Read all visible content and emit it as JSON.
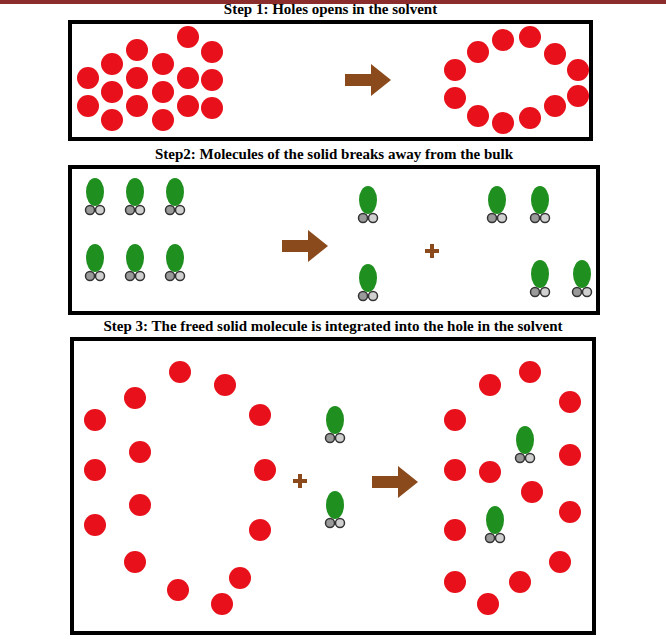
{
  "diagram": {
    "nodes": [
      {
        "text": [
          "Step 1: Holes opens in the solvent"
        ]
      },
      {
        "text": [
          "Step2: Molecules of the solid breaks away from the bulk"
        ]
      },
      {
        "text": [
          "Step 3: The freed solid molecule is integrated into the hole in the solvent"
        ]
      }
    ]
  }
}
